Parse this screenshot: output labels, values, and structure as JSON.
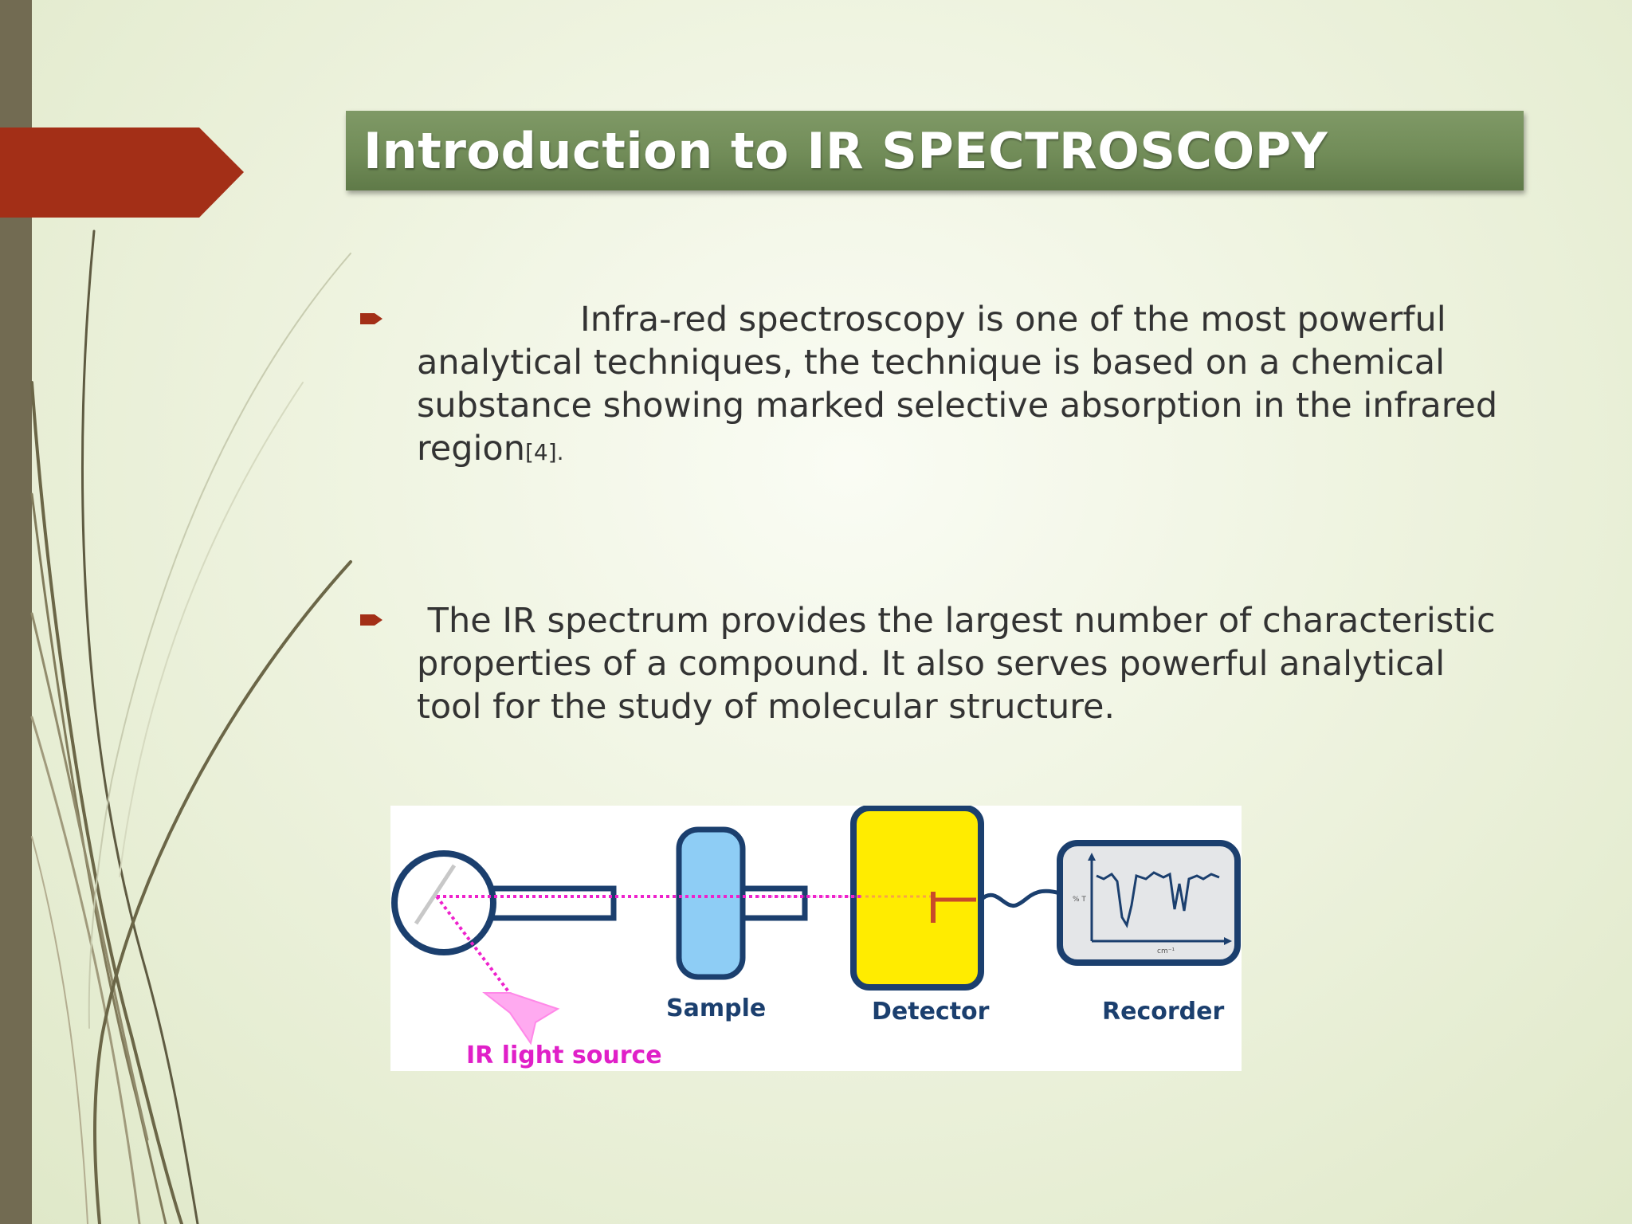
{
  "slide": {
    "title": "Introduction to IR SPECTROSCOPY",
    "bullets": [
      {
        "lines": [
          "               Infra-red spectroscopy is one of the most powerful",
          "analytical techniques, the technique is based on a chemical",
          "substance showing marked selective absorption in the infrared"
        ],
        "last_line": "region",
        "reference": "[4]",
        "end": "."
      },
      {
        "lines": [
          " The IR spectrum provides the largest number of characteristic",
          "properties of a compound. It also serves powerful analytical",
          "tool for the study of molecular structure."
        ]
      }
    ]
  },
  "diagram": {
    "labels": {
      "source": "IR light source",
      "sample": "Sample",
      "detector": "Detector",
      "recorder": "Recorder",
      "y_axis": "% T",
      "x_axis": "cm⁻¹"
    },
    "colors": {
      "outline": "#1b3f6e",
      "sample_fill": "#8ecdf5",
      "detector_fill": "#ffec00",
      "recorder_fill": "#e4e6e8",
      "beam": "#ee22cc",
      "label_blue": "#1b3f6e",
      "label_magenta": "#e020c8",
      "detector_bar": "#c84a2a"
    }
  },
  "theme": {
    "accent_red": "#a32f17",
    "left_bar": "#726b52",
    "title_bar": "#718c58"
  }
}
